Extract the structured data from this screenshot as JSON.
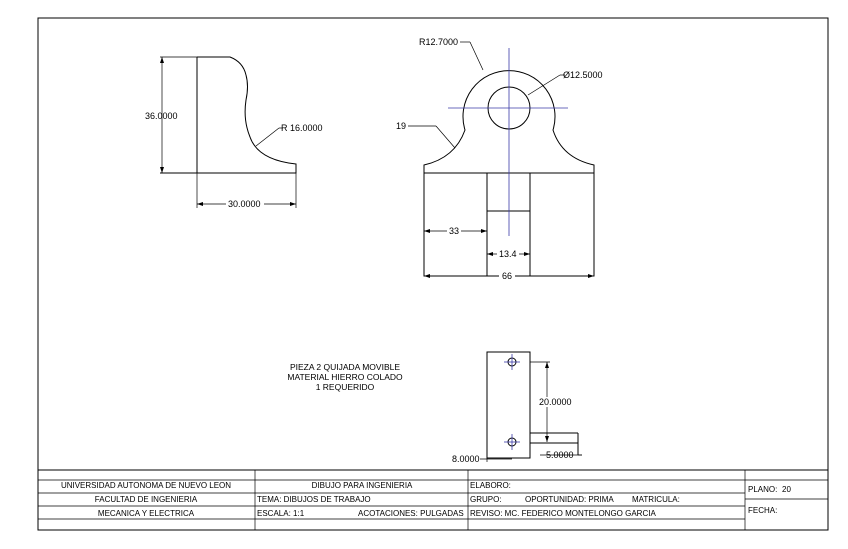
{
  "dimensions": {
    "r_small": "R12.7000",
    "diameter": "Ø12.5000",
    "r_large": "R 16.0000",
    "height": "36.0000",
    "width": "30.0000",
    "radius_19": "19",
    "d33": "33",
    "d13": "13.4",
    "d66": "66",
    "d20": "20.0000",
    "d8": "8.0000",
    "d5": "5.0000"
  },
  "notes": {
    "line1": "PIEZA 2 QUIJADA MOVIBLE",
    "line2": "MATERIAL HIERRO COLADO",
    "line3": "1 REQUERIDO"
  },
  "title_block": {
    "university": "UNIVERSIDAD AUTONOMA DE NUEVO LEON",
    "faculty": "FACULTAD DE INGENIERIA",
    "mechanical": "MECANICA Y ELECTRICA",
    "course": "DIBUJO PARA INGENIERIA",
    "tema": "TEMA: DIBUJOS DE TRABAJO",
    "escala": "ESCALA: 1:1",
    "acotaciones": "ACOTACIONES: PULGADAS",
    "elaboro": "ELABORO:",
    "grupo": "GRUPO:",
    "oportunidad": "OPORTUNIDAD: PRIMA",
    "matricula": "MATRICULA:",
    "reviso": "REVISO: MC. FEDERICO MONTELONGO GARCIA",
    "plano": "PLANO:",
    "plano_num": "20",
    "fecha": "FECHA:"
  }
}
